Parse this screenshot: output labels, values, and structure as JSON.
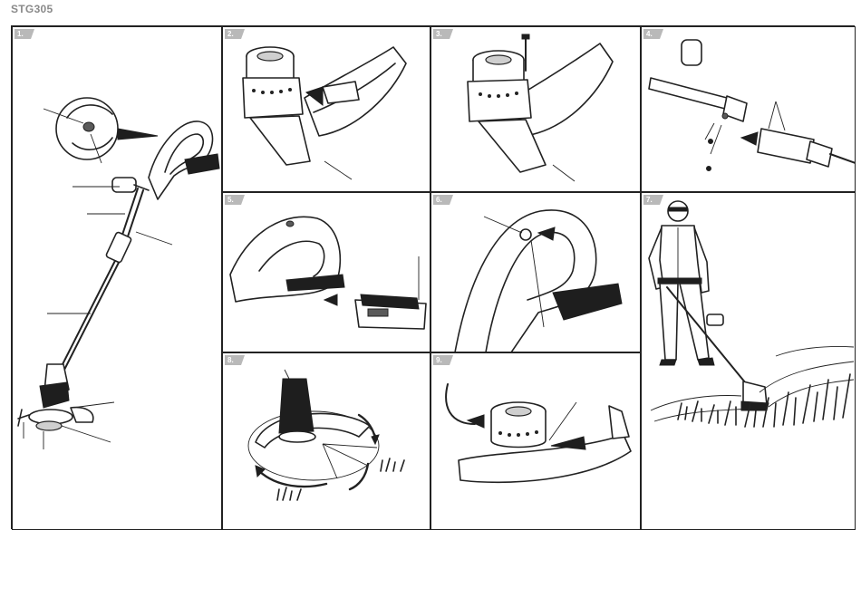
{
  "document": {
    "model": "STG305",
    "panels": [
      {
        "number": "1."
      },
      {
        "number": "2."
      },
      {
        "number": "3."
      },
      {
        "number": "4."
      },
      {
        "number": "5."
      },
      {
        "number": "6."
      },
      {
        "number": "7."
      },
      {
        "number": "8."
      },
      {
        "number": "9."
      }
    ]
  }
}
